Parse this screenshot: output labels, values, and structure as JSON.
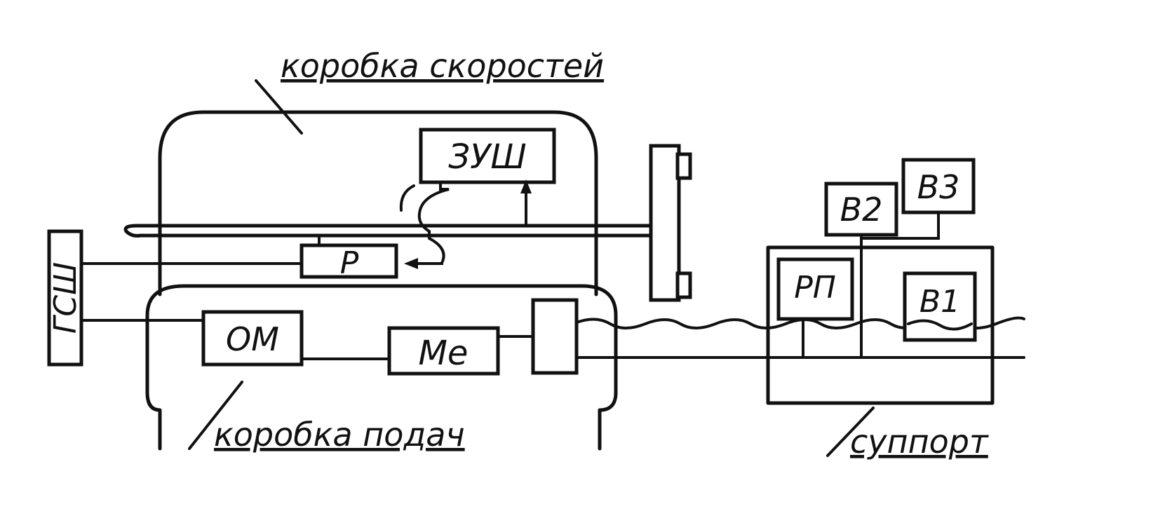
{
  "captions": {
    "speed_box": "коробка скоростей",
    "feed_box": "коробка подач",
    "carriage": "суппорт"
  },
  "blocks": {
    "gsh": "ГСШ",
    "zush": "ЗУШ",
    "r": "Р",
    "om": "ОМ",
    "me": "Ме",
    "rp": "РП",
    "v1": "В1",
    "v2": "В2",
    "v3": "В3"
  }
}
